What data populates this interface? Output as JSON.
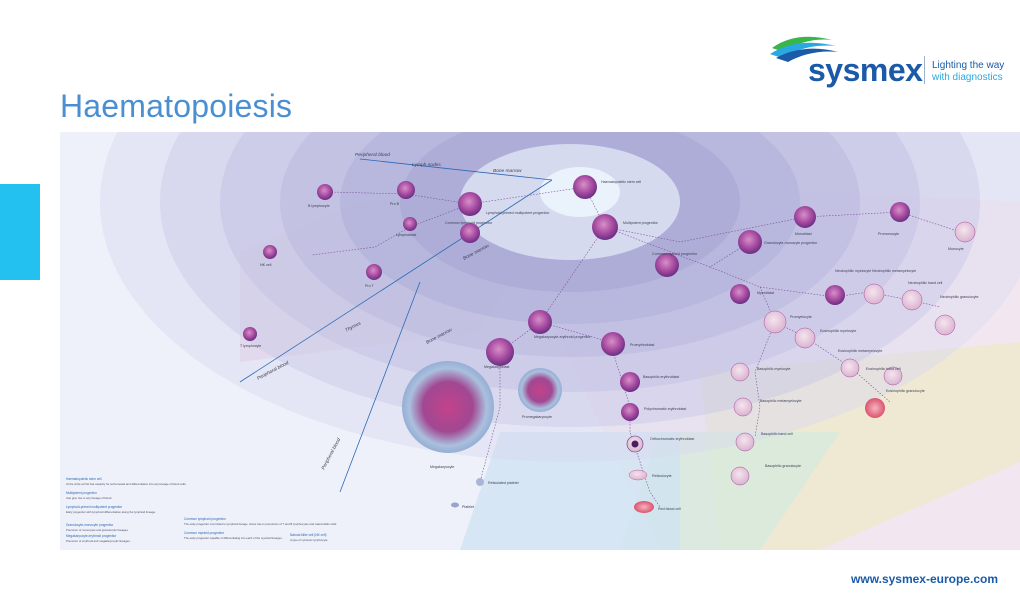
{
  "header": {
    "title": "Haematopoiesis",
    "brand": "sysmex",
    "tagline_1": "Lighting the way",
    "tagline_2": "with diagnostics"
  },
  "footer": {
    "url": "www.sysmex-europe.com"
  },
  "compartments": {
    "peripheral_blood_top": "Peripheral blood",
    "lymph_nodes": "Lymph nodes",
    "bone_marrow_top": "Bone marrow",
    "bone_marrow_mid": "Bone marrow",
    "thymus": "Thymus",
    "bone_marrow_lower": "Bone marrow",
    "peripheral_blood_left": "Peripheral blood",
    "peripheral_blood_bottom": "Peripheral blood"
  },
  "cells": {
    "hsc": "Haematopoietic stem cell",
    "lymphoid_primed": "Lymphoid-primed multipotent progenitor",
    "multipotent": "Multipotent progenitor",
    "common_lymphoid": "Common lymphoid progenitor",
    "b_lymphocyte": "B lymphocyte",
    "pro_b": "Pro B",
    "lymphoblast": "Lymphoblast",
    "nk_cell": "NK cell",
    "pro_t": "Pro T",
    "t_lymphocyte": "T lymphocyte",
    "monoblast": "Monoblast",
    "promonocyte": "Promonocyte",
    "monocyte": "Monocyte",
    "gm_progenitor": "Granulocyte-monocyte progenitor",
    "common_myeloid": "Common myeloid progenitor",
    "myeloblast": "Myeloblast",
    "neutrophilic_myelocyte": "Neutrophilic myelocyte",
    "neutrophilic_metamyelocyte": "Neutrophilic metamyelocyte",
    "neutrophilic_band": "Neutrophilic band cell",
    "neutrophilic_granulocyte": "Neutrophilic granulocyte",
    "promyelocyte": "Promyelocyte",
    "eosinophilic_myelocyte": "Eosinophilic myelocyte",
    "eosinophilic_metamyelocyte": "Eosinophilic metamyelocyte",
    "eosinophilic_band": "Eosinophilic band cell",
    "eosinophilic_granulocyte": "Eosinophilic granulocyte",
    "basophilic_myelocyte": "Basophilic myelocyte",
    "basophilic_metamyelocyte": "Basophilic metamyelocyte",
    "basophilic_band": "Basophilic band cell",
    "basophilic_granulocyte": "Basophilic granulocyte",
    "mep": "Megakaryocyte-erythroid progenitor",
    "proerythroblast": "Proerythroblast",
    "basophilic_erythroblast": "Basophilic erythroblast",
    "polychromatic": "Polychromatic erythroblast",
    "orthochromatic": "Orthochromatic erythroblast",
    "reticulocyte": "Reticulocyte",
    "red_blood_cell": "Red blood cell",
    "megakaryoblast": "Megakaryoblast",
    "promegakaryocyte": "Promegakaryocyte",
    "megakaryocyte": "Megakaryocyte",
    "reticulated_platelet": "Reticulated platelet",
    "platelet": "Platelet"
  },
  "legend": {
    "col1": [
      {
        "head": "Haematopoietic stem cell",
        "text": "At the circle at first has capacity for self-renewal and differentiation into any lineage of blood cells."
      },
      {
        "head": "Multipotent progenitor",
        "text": "Can give rise to any lineage of blood."
      },
      {
        "head": "Lymphoid-primed multipotent progenitor",
        "text": "Early progenitor with lymphoid differentiation along the lymphoid lineage."
      }
    ],
    "col2": [
      {
        "head": "Common lymphoid progenitor",
        "text": "The early progenitor committed to lymphoid lineage. Gives rise to precursors of T and B lymphocytes and natural killer cells."
      },
      {
        "head": "Common myeloid progenitor",
        "text": "The early progenitor capable of differentiating into each of the myeloid lineages."
      }
    ],
    "col3": [
      {
        "head": "Granulocyte-monocyte progenitor",
        "text": "Precursor of monocytes and granulocytic lineages."
      },
      {
        "head": "Megakaryocyte-erythroid progenitor",
        "text": "Precursor of erythroid and megakaryocytic lineages."
      },
      {
        "head": "Natural killer cell (NK cell)",
        "text": "A type of cytotoxic lymphocyte."
      }
    ]
  },
  "colors": {
    "ring_light": "#eceff8",
    "ring_mid": "#c5c8e6",
    "ring_dark": "#a4a7d8",
    "pink_zone": "#ecc9db",
    "yellow_zone": "#ede8cc",
    "green_zone": "#d6eadd",
    "blue_zone": "#cfe3f3",
    "cell_purple": "#a54aa0",
    "cell_pink": "#e6a8cc",
    "line_blue": "#2b69b5"
  }
}
